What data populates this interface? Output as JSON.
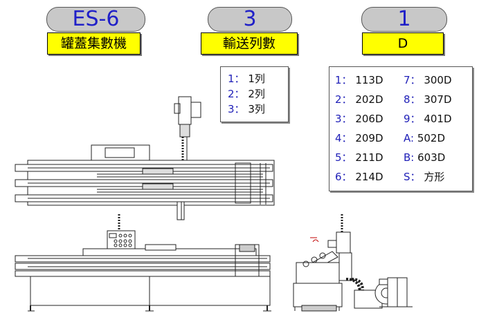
{
  "model": {
    "code": "ES-6",
    "label": "罐蓋集數機"
  },
  "rows": {
    "code": "3",
    "label": "輸送列數"
  },
  "size": {
    "code": "1",
    "label": "D"
  },
  "row_options": [
    {
      "code": "1：",
      "value": "1列"
    },
    {
      "code": "2：",
      "value": "2列"
    },
    {
      "code": "3：",
      "value": "3列"
    }
  ],
  "size_options_left": [
    {
      "code": "1：",
      "value": "113D"
    },
    {
      "code": "2：",
      "value": "202D"
    },
    {
      "code": "3：",
      "value": "206D"
    },
    {
      "code": "4：",
      "value": "209D"
    },
    {
      "code": "5：",
      "value": "211D"
    },
    {
      "code": "6：",
      "value": "214D"
    }
  ],
  "size_options_right": [
    {
      "code": "7：",
      "value": "300D"
    },
    {
      "code": "8：",
      "value": "307D"
    },
    {
      "code": "9：",
      "value": "401D"
    },
    {
      "code": "A:",
      "value": "502D"
    },
    {
      "code": "B:",
      "value": "603D"
    },
    {
      "code": "S：",
      "value": "方形"
    }
  ],
  "colors": {
    "pill": "#c8c8c8",
    "pill_text": "#2020c8",
    "label_bg": "#ffff00"
  }
}
